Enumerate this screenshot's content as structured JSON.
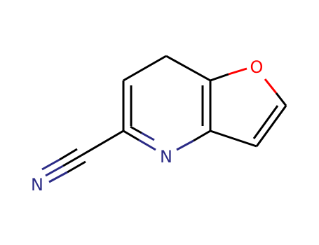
{
  "molecule": {
    "atoms": {
      "oxygen": {
        "symbol": "O",
        "color": "#ff0000"
      },
      "ring_nitrogen": {
        "symbol": "N",
        "color": "#2b2b86"
      },
      "nitrile_nitrogen": {
        "symbol": "N",
        "color": "#2b2b86"
      }
    },
    "colors": {
      "bond": "#000000",
      "nitrogen_bond": "#2b2b86",
      "oxygen_bond": "#ff0000"
    }
  }
}
